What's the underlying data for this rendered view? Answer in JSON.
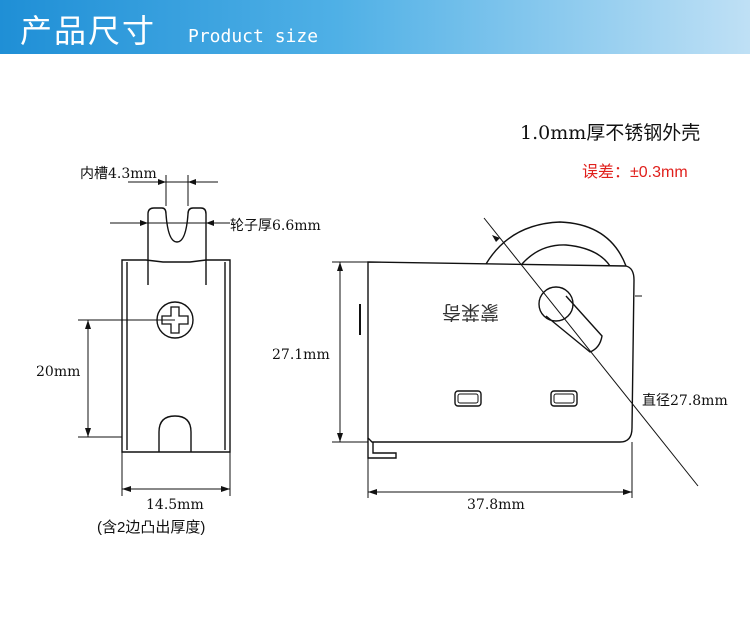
{
  "header": {
    "title": "产品尺寸",
    "subtitle": "Product size"
  },
  "spec": {
    "material": "1.0mm厚不锈钢外壳",
    "tolerance": "误差：±0.3mm"
  },
  "front_view": {
    "groove_label": "内槽4.3mm",
    "wheel_thickness_label": "轮子厚6.6mm",
    "height_label": "20mm",
    "width_label": "14.5mm",
    "width_note": "(含2边凸出厚度)"
  },
  "side_view": {
    "height_label": "27.1mm",
    "length_label": "37.8mm",
    "diameter_label": "直径27.8mm",
    "stamp_text": "蒙莱奇"
  },
  "colors": {
    "banner_start": "#1f8fd6",
    "banner_end": "#bfe0f5",
    "tolerance_text": "#e0201c",
    "line": "#111111"
  }
}
